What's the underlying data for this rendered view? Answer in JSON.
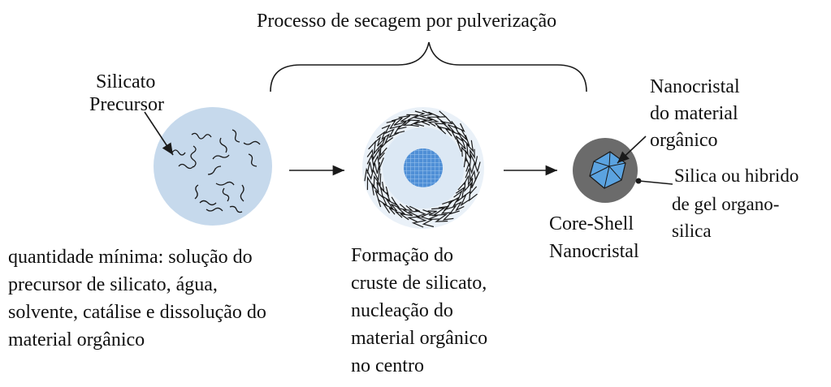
{
  "title": "Processo de secagem por pulverização",
  "labels": {
    "precursor": [
      "Silicato",
      "Precursor"
    ],
    "step1": [
      "quantidade mínima: solução do",
      "precursor de silicato, água,",
      "solvente, catálise e dissolução do",
      "material orgânico"
    ],
    "step2": [
      "Formação do",
      "cruste de silicato,",
      "nucleação do",
      "material orgânico",
      "no centro"
    ],
    "nanocrystal": [
      "Nanocristal",
      "do material",
      "orgânico"
    ],
    "shell": [
      "Silica ou hibrido",
      "de gel organo-",
      "silica"
    ],
    "core_shell": [
      "Core-Shell",
      "Nanocristal"
    ]
  },
  "colors": {
    "droplet_fill": "#c6d9ec",
    "core_fill": "#4f8fd6",
    "shell_fill": "#6b6b6b",
    "crystal_fill": "#5ba3e0",
    "line": "#1a1a1a"
  }
}
